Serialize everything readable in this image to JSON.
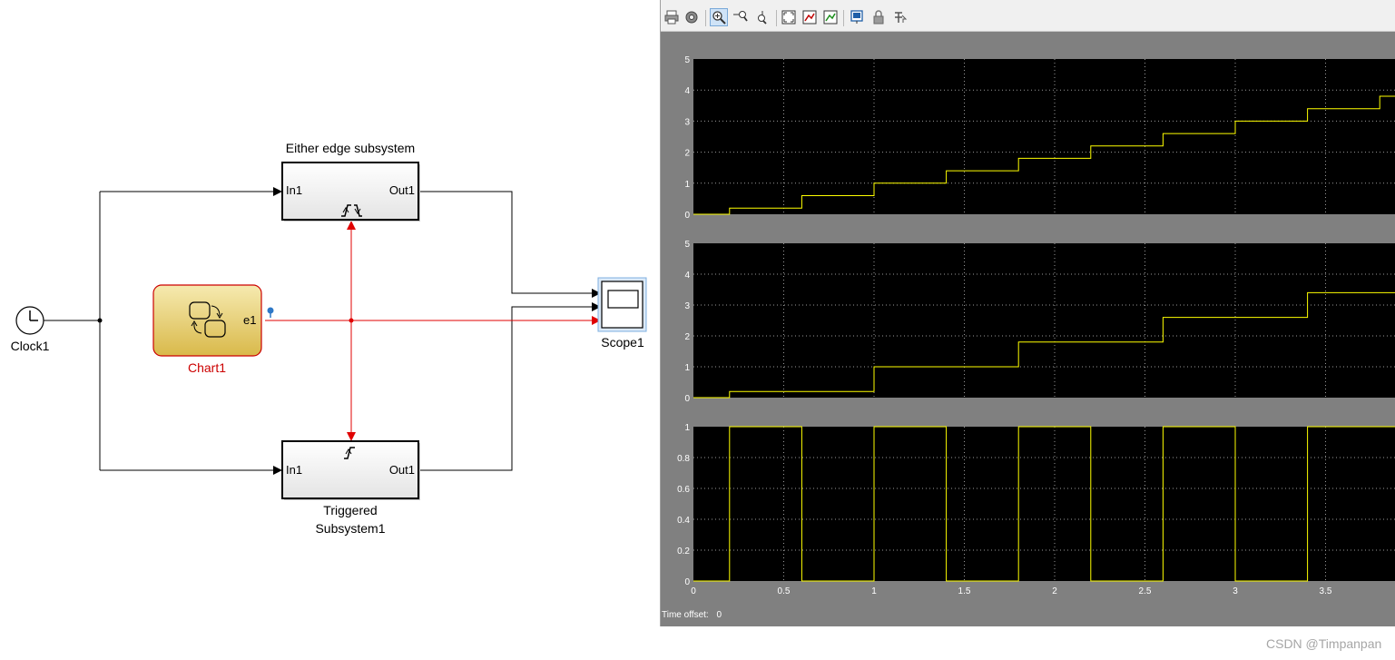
{
  "model": {
    "clock": {
      "label": "Clock1"
    },
    "chart": {
      "label": "Chart1",
      "port": "e1",
      "color": "#cc0000"
    },
    "either_edge": {
      "title": "Either edge subsystem",
      "in": "In1",
      "out": "Out1"
    },
    "triggered": {
      "title_line1": "Triggered",
      "title_line2": "Subsystem1",
      "in": "In1",
      "out": "Out1"
    },
    "scope": {
      "label": "Scope1"
    },
    "signal_color": "#e00000"
  },
  "scope_window": {
    "toolbar": {
      "items": [
        {
          "name": "print-icon"
        },
        {
          "name": "settings-icon"
        },
        {
          "name": "zoom-in-icon"
        },
        {
          "name": "zoom-x-icon"
        },
        {
          "name": "zoom-y-icon"
        },
        {
          "name": "autoscale-icon"
        },
        {
          "name": "save-axes-icon"
        },
        {
          "name": "restore-axes-icon"
        },
        {
          "name": "floating-scope-icon"
        },
        {
          "name": "lock-icon"
        },
        {
          "name": "signal-selection-icon"
        }
      ]
    },
    "time_offset_label": "Time offset:",
    "time_offset_value": "0",
    "trace_color": "#ffff00"
  },
  "chart_data": [
    {
      "type": "line",
      "step": true,
      "xlim": [
        0,
        3.9
      ],
      "ylim": [
        0,
        5
      ],
      "yticks": [
        "0",
        "1",
        "2",
        "3",
        "4",
        "5"
      ],
      "grid": true,
      "series": [
        {
          "x": [
            0,
            0.2,
            0.6,
            1.0,
            1.4,
            1.8,
            2.2,
            2.6,
            3.0,
            3.4,
            3.8,
            3.9
          ],
          "y": [
            0,
            0.2,
            0.6,
            1.0,
            1.4,
            1.8,
            2.2,
            2.6,
            3.0,
            3.4,
            3.8,
            3.8
          ]
        }
      ]
    },
    {
      "type": "line",
      "step": true,
      "xlim": [
        0,
        3.9
      ],
      "ylim": [
        0,
        5
      ],
      "yticks": [
        "0",
        "1",
        "2",
        "3",
        "4",
        "5"
      ],
      "grid": true,
      "series": [
        {
          "x": [
            0,
            0.2,
            1.0,
            1.8,
            2.6,
            3.4,
            3.9
          ],
          "y": [
            0,
            0.2,
            1.0,
            1.8,
            2.6,
            3.4,
            3.4
          ]
        }
      ]
    },
    {
      "type": "line",
      "pulses": true,
      "xlim": [
        0,
        3.9
      ],
      "ylim": [
        0,
        1
      ],
      "yticks": [
        "0",
        "0.2",
        "0.4",
        "0.6",
        "0.8",
        "1"
      ],
      "xticks": [
        "0",
        "0.5",
        "1",
        "1.5",
        "2",
        "2.5",
        "3",
        "3.5"
      ],
      "grid": true,
      "series": [
        {
          "edges": [
            0.2,
            0.6,
            1.0,
            1.4,
            1.8,
            2.2,
            2.6,
            3.0,
            3.4,
            3.9
          ]
        }
      ]
    }
  ]
}
